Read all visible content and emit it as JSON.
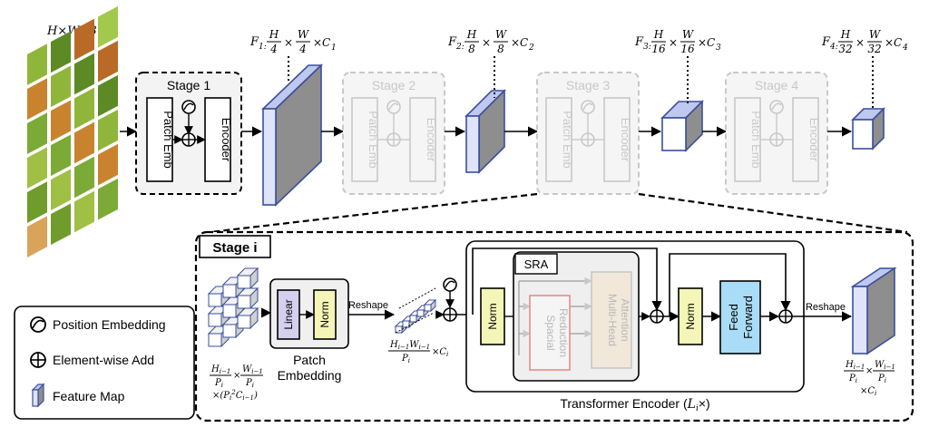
{
  "input": {
    "label": "H×W×3"
  },
  "feature_labels": [
    {
      "prefix": "F",
      "sub": "1",
      "hnum": "H",
      "hden": "4",
      "wnum": "W",
      "wden": "4",
      "c": "C",
      "csub": "1"
    },
    {
      "prefix": "F",
      "sub": "2",
      "hnum": "H",
      "hden": "8",
      "wnum": "W",
      "wden": "8",
      "c": "C",
      "csub": "2"
    },
    {
      "prefix": "F",
      "sub": "3",
      "hnum": "H",
      "hden": "16",
      "wnum": "W",
      "wden": "16",
      "c": "C",
      "csub": "3"
    },
    {
      "prefix": "F",
      "sub": "4",
      "hnum": "H",
      "hden": "32",
      "wnum": "W",
      "wden": "32",
      "c": "C",
      "csub": "4"
    }
  ],
  "stages": [
    {
      "title": "Stage 1",
      "patch": "Patch Emb",
      "encoder": "Encoder"
    },
    {
      "title": "Stage 2",
      "patch": "Patch Emb",
      "encoder": "Encoder"
    },
    {
      "title": "Stage 3",
      "patch": "Patch Emb",
      "encoder": "Encoder"
    },
    {
      "title": "Stage 4",
      "patch": "Patch Emb",
      "encoder": "Encoder"
    }
  ],
  "detail": {
    "title": "Stage i",
    "linear": "Linear",
    "norm": "Norm",
    "patch_embedding_line1": "Patch",
    "patch_embedding_line2": "Embedding",
    "reshape": "Reshape",
    "sra": "SRA",
    "spatial_line1": "Spacial",
    "spatial_line2": "Reduction",
    "mha_line1": "Multi-Head",
    "mha_line2": "Attention",
    "ff_line1": "Feed",
    "ff_line2": "Forward",
    "transformer_encoder": "Transformer Encoder (",
    "transformer_L": "L",
    "transformer_Lsub": "i",
    "transformer_tail": "×)",
    "in_dims_h": "H",
    "in_dims_hsub": "i−1",
    "in_dims_p": "P",
    "in_dims_psub": "i",
    "in_dims_w": "W",
    "in_dims_wsub": "i−1",
    "in_dims_tail": "×(P",
    "in_dims_tail2": "C",
    "in_dims_tail2sub": "i−1",
    "mid_dims_num": "H",
    "mid_dims_numsub": "i−1",
    "mid_dims_num2": "W",
    "mid_dims_num2sub": "i−1",
    "mid_dims_den": "P",
    "mid_dims_densub": "i",
    "mid_dims_c": "×C",
    "mid_dims_csub": "i",
    "out_dims_c": "×C",
    "out_dims_csub": "i"
  },
  "legend": {
    "position_embedding": "Position Embedding",
    "element_wise_add": "Element-wise Add",
    "feature_map": "Feature Map"
  },
  "colors": {
    "feature_blue": "#3b4f9a",
    "feature_face": "#bfc8ee",
    "linear_fill": "#d6d0ef",
    "norm_fill": "#f3f6b7",
    "ff_fill": "#a9dcf6",
    "spatial_stroke": "#e58b8b",
    "mha_fill": "#f1e8da",
    "sra_fill": "#efefef",
    "faded": "#c8c8c8"
  }
}
